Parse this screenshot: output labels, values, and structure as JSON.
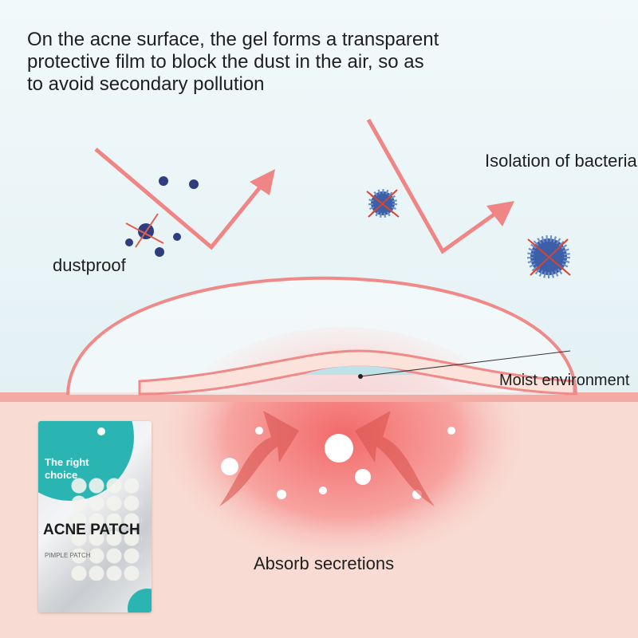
{
  "headline": "On the acne surface, the gel forms a transparent protective film to block the dust in the air, so as to avoid secondary pollution",
  "labels": {
    "dustproof": "dustproof",
    "isolation": "Isolation of bacteria",
    "moist": "Moist environment",
    "absorb": "Absorb secretions"
  },
  "package": {
    "slogan": "The right choice",
    "name": "ACNE PATCH",
    "subtitle": "PIMPLE PATCH"
  },
  "colors": {
    "arrow": "#f08585",
    "dust": "#2f3c7e",
    "skin": "#f8dcd4",
    "dome": "#ef8a88",
    "teal": "#2bb5b2"
  }
}
